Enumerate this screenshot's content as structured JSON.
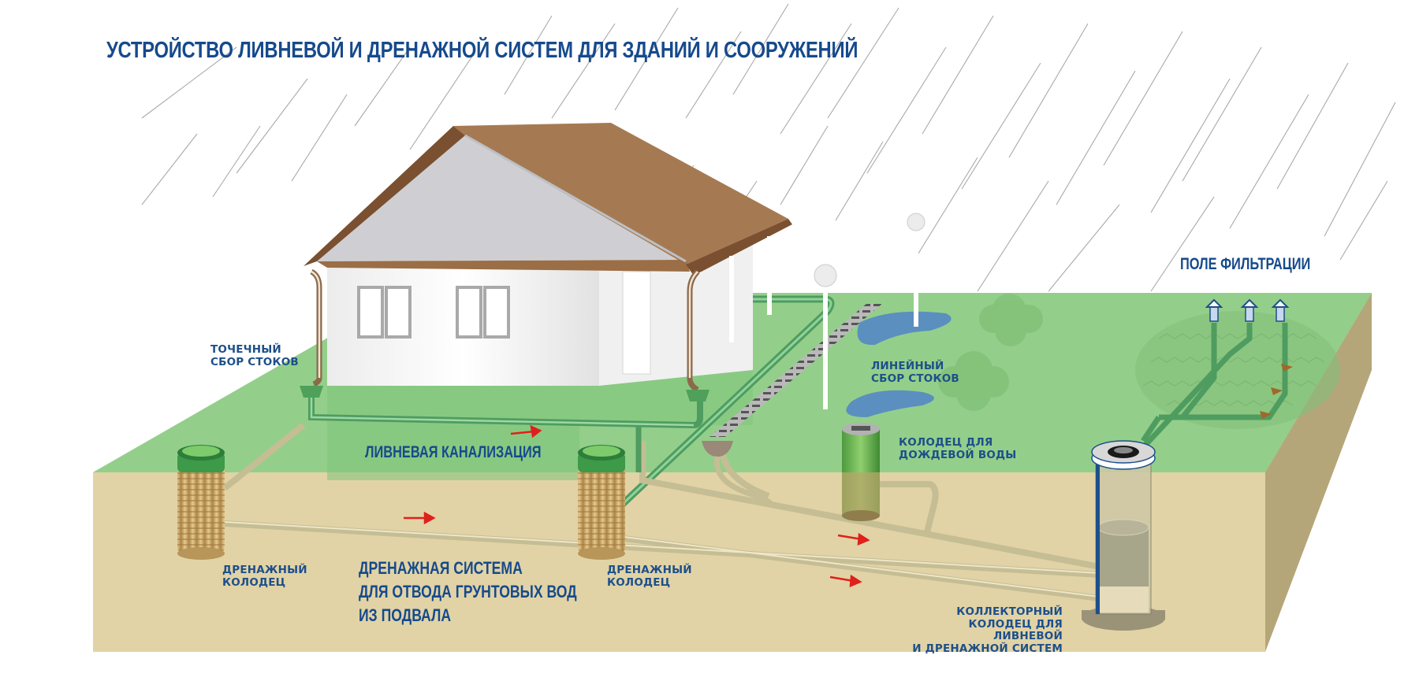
{
  "title": "УСТРОЙСТВО ЛИВНЕВОЙ И ДРЕНАЖНОЙ СИСТЕМ ДЛЯ ЗДАНИЙ И СООРУЖЕНИЙ",
  "labels": {
    "point_collection": "ТОЧЕЧНЫЙ\nСБОР СТОКОВ",
    "linear_collection": "ЛИНЕЙНЫЙ\nСБОР СТОКОВ",
    "rainwater_well": "КОЛОДЕЦ ДЛЯ\nДОЖДЕВОЙ ВОДЫ",
    "storm_sewer": "ЛИВНЕВАЯ КАНАЛИЗАЦИЯ",
    "filtration_field": "ПОЛЕ ФИЛЬТРАЦИИ",
    "drain_well_left": "ДРЕНАЖНЫЙ\nКОЛОДЕЦ",
    "drain_well_center": "ДРЕНАЖНЫЙ\nКОЛОДЕЦ",
    "drainage_system": "ДРЕНАЖНАЯ СИСТЕМА\nДЛЯ ОТВОДА ГРУНТОВЫХ ВОД\nИЗ ПОДВАЛА",
    "collector_well": "КОЛЛЕКТОРНЫЙ\nКОЛОДЕЦ ДЛЯ ЛИВНЕВОЙ\nИ ДРЕНАЖНОЙ СИСТЕМ"
  },
  "colors": {
    "text_blue": "#164a8c",
    "grass": "#93cf8a",
    "grass_dark": "#7bbf74",
    "soil_front": "#e1d3a6",
    "soil_side": "#b5a67a",
    "roof": "#a57a52",
    "roof_edge": "#7a5030",
    "wall": "#f4f4f4",
    "gable": "#d0d0d2",
    "pipe_green": "#5aa86a",
    "pipe_soil": "#c9bd8e",
    "water": "#5b8fc0",
    "arrow_red": "#e0201a",
    "well_rib": "#c9a868",
    "well_lid": "#2e8a3e"
  },
  "flow_arrows": 5,
  "vent_pipes": 3
}
